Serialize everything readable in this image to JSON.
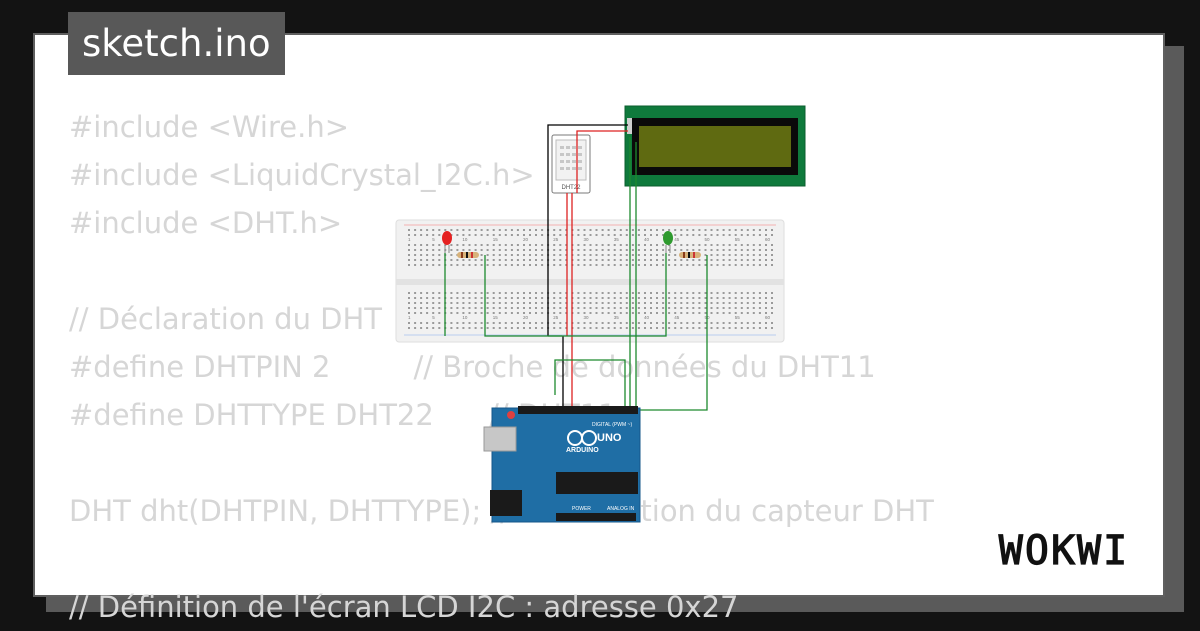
{
  "badge": {
    "filename": "sketch.ino"
  },
  "code_lines": [
    "#include <Wire.h>",
    "#include <LiquidCrystal_I2C.h>",
    "#include <DHT.h>",
    "",
    "// Déclaration du DHT",
    "#define DHTPIN 2         // Broche de données du DHT11",
    "#define DHTTYPE DHT22      // DHT11",
    "",
    "DHT dht(DHTPIN, DHTTYPE); // Initialisation du capteur DHT",
    "",
    "// Définition de l'écran LCD I2C : adresse 0x27"
  ],
  "logo": {
    "text": "WOKWI"
  },
  "diagram": {
    "sensor_label": "DHT22",
    "board_brand": "ARDUINO",
    "board_model": "UNO",
    "digital_header_label": "DIGITAL (PWM ~)",
    "analog_header_label": "ANALOG IN",
    "power_header_label": "POWER",
    "breadboard_columns": [
      "1",
      "5",
      "10",
      "15",
      "20",
      "25",
      "30",
      "35",
      "40",
      "45",
      "50",
      "55",
      "60"
    ],
    "led_colors": {
      "left": "#e52121",
      "right": "#2e9a2e"
    },
    "lcd": {
      "frame": "#0f7a3c",
      "screen": "#5f6a11"
    },
    "board_color": "#1f6ea5"
  }
}
